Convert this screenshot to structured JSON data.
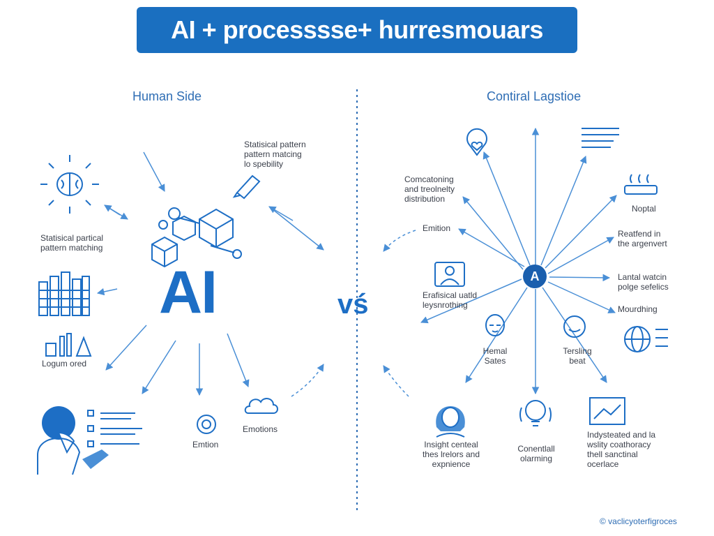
{
  "title": "AI + processsse+ hurresmouars",
  "left": {
    "heading": "Human Side",
    "big_label": "AI",
    "labels": {
      "stat_top_1": "Statisical pattern",
      "stat_top_2": "pattern matcing",
      "stat_top_3": "lo spebility",
      "stat_left_1": "Statisical partical",
      "stat_left_2": "pattern matching",
      "logum": "Logum ored",
      "emotions": "Emotions",
      "emotion": "Emtion"
    }
  },
  "center": {
    "vs": "vś"
  },
  "right": {
    "heading": "Contiral Lagstioe",
    "hub": "A",
    "labels": {
      "comc_1": "Comcatoning",
      "comc_2": "and treolnelty",
      "comc_3": "distribution",
      "emotion": "Emition",
      "erf_1": "Erafisical uatld",
      "erf_2": "leysnrothing",
      "hemal_1": "Hemal",
      "hemal_2": "Sates",
      "tersing_1": "Tersling",
      "tersing_2": "beat",
      "insight_1": "Insight centeal",
      "insight_2": "thes lrelors and",
      "insight_3": "expnience",
      "conent_1": "Conentlall",
      "conent_2": "olarming",
      "indy_1": "Indysteated and la",
      "indy_2": "wslity coathoracy",
      "indy_3": "thell sanctinal",
      "indy_4": "ocerlace",
      "noptal": "Noptal",
      "real_1": "Reatfend in",
      "real_2": "the argenvert",
      "lantal_1": "Lantal watcin",
      "lantal_2": "polge sefelics",
      "mourd": "Mourdhing"
    }
  },
  "footer": "© vaclicyoterfigroces",
  "colors": {
    "accent": "#1a6fc0",
    "line": "#4a8fd6",
    "text": "#3a3f4a"
  }
}
